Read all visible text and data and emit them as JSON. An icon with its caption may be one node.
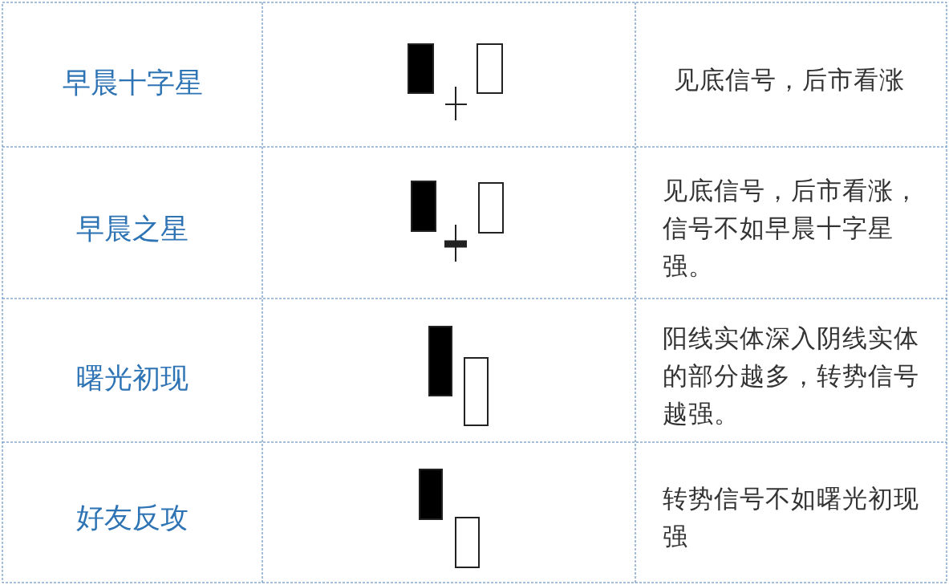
{
  "diagram": {
    "labels": [
      "早晨十字星",
      "见底信号，后市看涨",
      "早晨之星",
      "见底信号，后市看涨，信号不如早晨十字星强。",
      "曙光初现",
      "阳线实体深入阴线实体的部分越多，转势信号越强。",
      "好友反攻",
      "转势信号不如曙光初现强"
    ]
  }
}
